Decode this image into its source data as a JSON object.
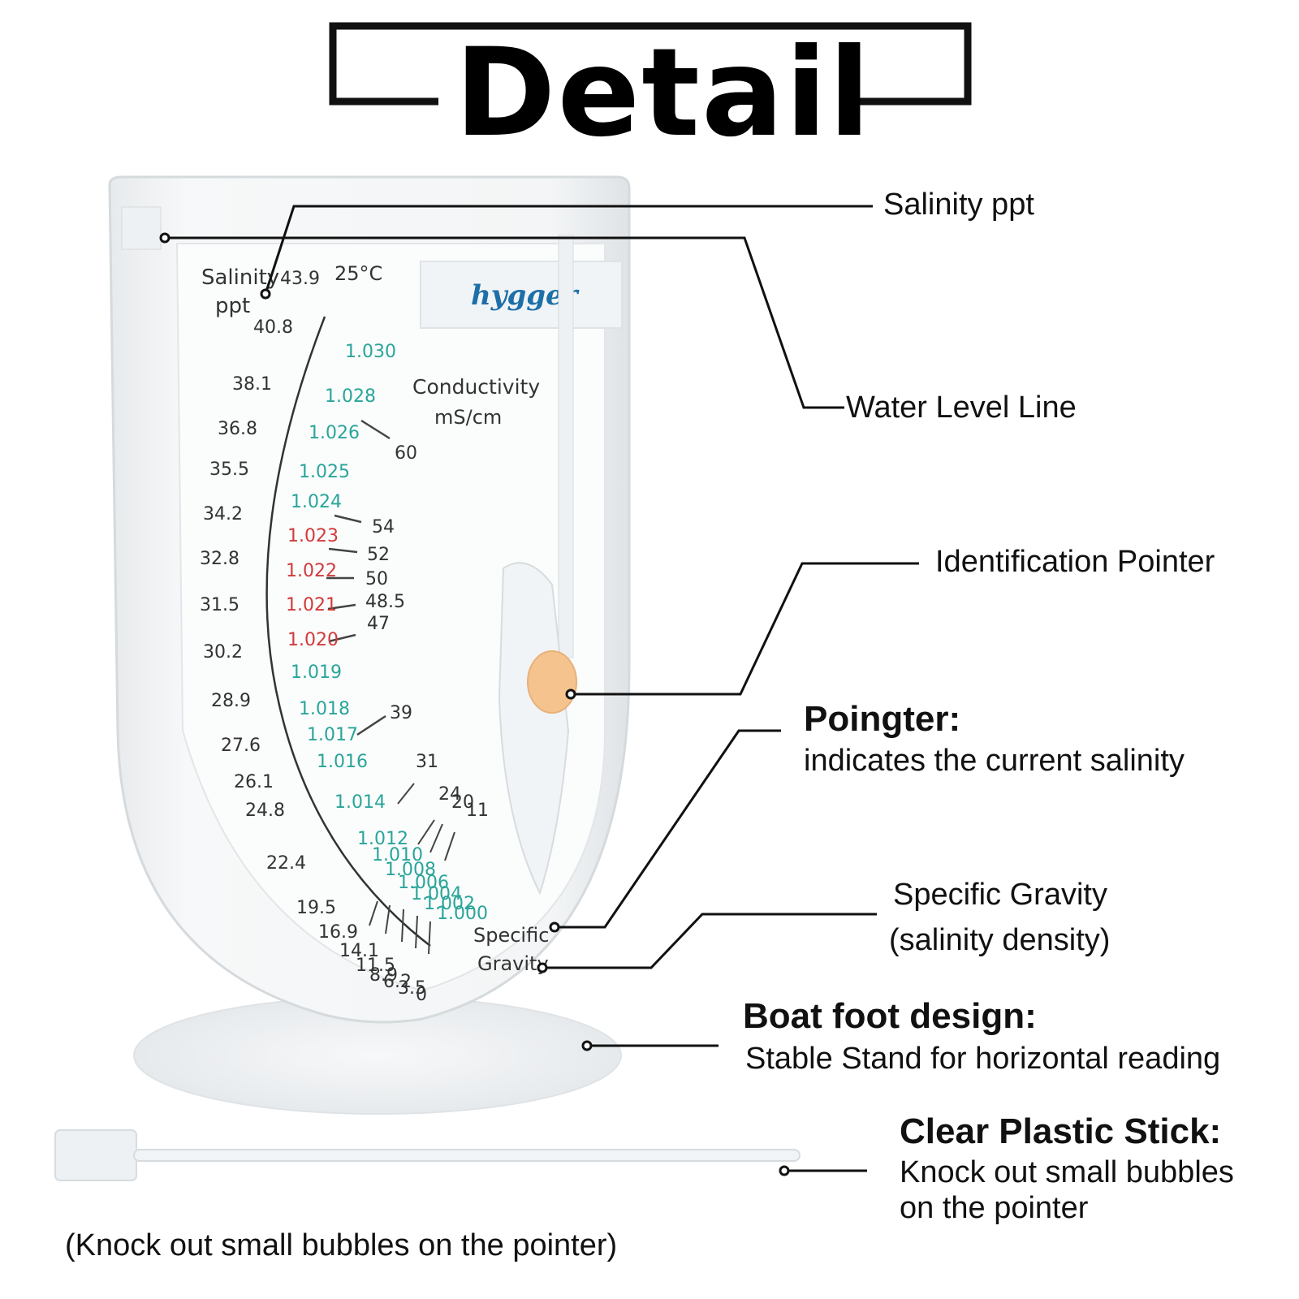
{
  "title": "Detail",
  "callouts": {
    "salinity_ppt": "Salinity ppt",
    "water_level_line": "Water Level Line",
    "identification_pointer": "Identification Pointer",
    "pointer_title": "Poingter:",
    "pointer_desc": "indicates the current salinity",
    "specific_gravity_line1": "Specific Gravity",
    "specific_gravity_line2": "(salinity density)",
    "boat_foot_title": "Boat foot design:",
    "boat_foot_desc": "Stable Stand for horizontal reading",
    "stick_title": "Clear Plastic Stick:",
    "stick_desc_line1": "Knock out small bubbles",
    "stick_desc_line2": "on the pointer",
    "bottom_caption": "(Knock out small bubbles on the pointer)"
  },
  "device": {
    "brand": "hygger",
    "temp": "25°C",
    "salinity_label_1": "Salinity",
    "salinity_label_2": "ppt",
    "conductivity_label_1": "Conductivity",
    "conductivity_label_2": "mS/cm",
    "sg_label_1": "Specific",
    "sg_label_2": "Gravity",
    "salinity_ticks": [
      "43.9",
      "40.8",
      "38.1",
      "36.8",
      "35.5",
      "34.2",
      "32.8",
      "31.5",
      "30.2",
      "28.9",
      "27.6",
      "26.1",
      "24.8",
      "22.4",
      "19.5",
      "16.9",
      "14.1",
      "11.5",
      "8.9",
      "6.2",
      "3.5",
      "0"
    ],
    "sg_ticks_green_top": [
      "1.030",
      "1.028",
      "1.026",
      "1.025",
      "1.024"
    ],
    "sg_ticks_red": [
      "1.023",
      "1.022",
      "1.021",
      "1.020"
    ],
    "sg_ticks_green_bottom": [
      "1.019",
      "1.018",
      "1.017",
      "1.016",
      "1.014",
      "1.012",
      "1.010",
      "1.008",
      "1.006",
      "1.004",
      "1.002",
      "1.000"
    ],
    "conductivity_ticks": [
      "60",
      "54",
      "52",
      "50",
      "48.5",
      "47",
      "39",
      "31",
      "24",
      "20",
      "11"
    ]
  },
  "colors": {
    "accent_green": "#2aa59a",
    "accent_red": "#d23a3a",
    "pointer_orange": "#f5c48e",
    "brand_blue": "#1e6fa8"
  }
}
